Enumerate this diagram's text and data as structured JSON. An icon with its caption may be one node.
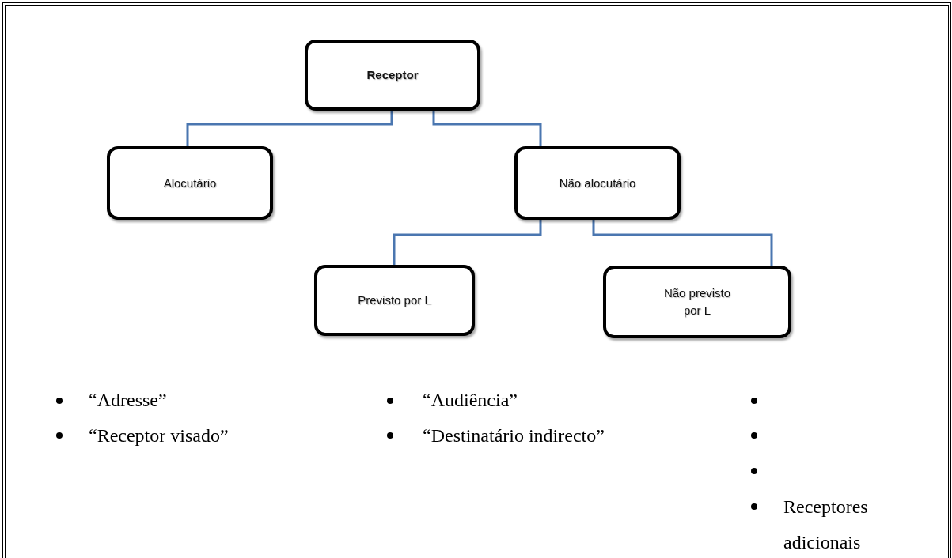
{
  "diagram": {
    "nodes": [
      {
        "text": [
          "Receptor"
        ]
      },
      {
        "text": [
          "Alocutário"
        ]
      },
      {
        "text": [
          "Não alocutário"
        ]
      },
      {
        "text": [
          "Previsto por L"
        ]
      },
      {
        "text": [
          "Não previsto por L"
        ]
      }
    ],
    "edges": [
      {
        "from": 0,
        "to": 1,
        "arrow": "none"
      },
      {
        "from": 0,
        "to": 2,
        "arrow": "none"
      },
      {
        "from": 2,
        "to": 3,
        "arrow": "none"
      },
      {
        "from": 2,
        "to": 4,
        "arrow": "none"
      }
    ],
    "labels": [
      "“Adresse”",
      "“Audiência”",
      "“Receptor visado”",
      "“Destinatário indirecto”",
      "Receptores adicionais"
    ]
  }
}
